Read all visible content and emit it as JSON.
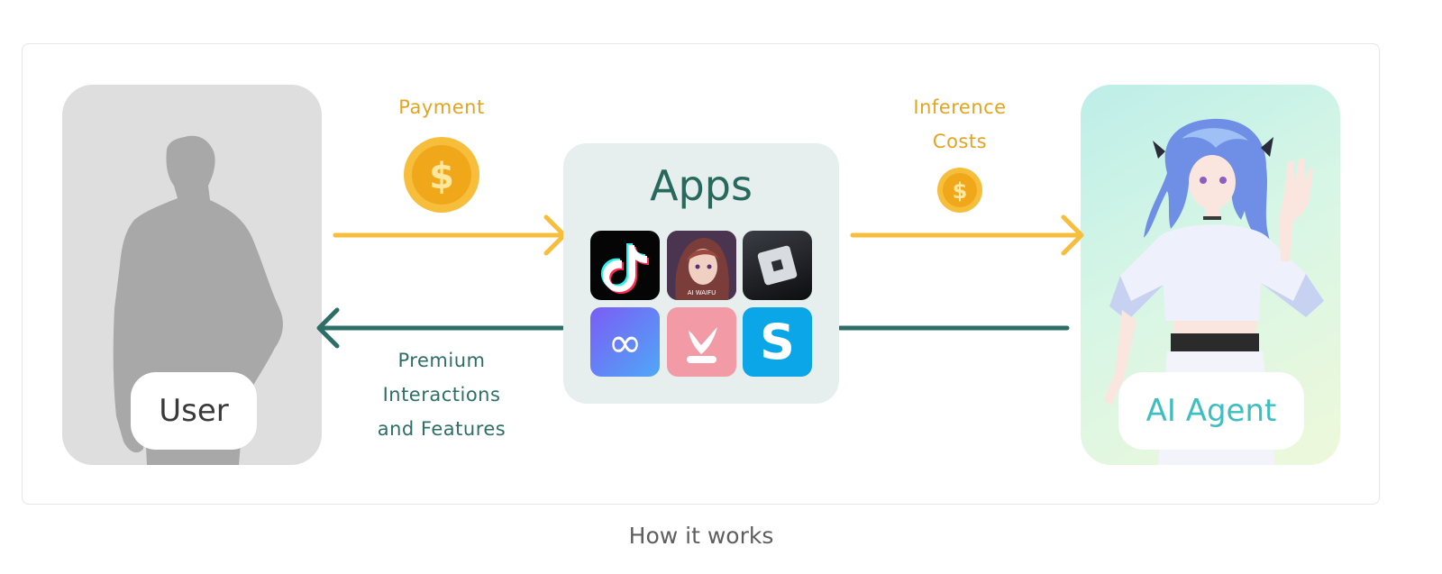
{
  "diagram": {
    "user_label": "User",
    "agent_label": "AI Agent",
    "apps_title": "Apps",
    "payment_label": "Payment",
    "inference_label": [
      "Inference",
      "Costs"
    ],
    "premium_label": [
      "Premium",
      "Interactions",
      "and Features"
    ],
    "coin_symbol": "$",
    "app_icons": [
      {
        "name": "tiktok-app-icon",
        "text": ""
      },
      {
        "name": "ai-waifu-app-icon",
        "text": "AI WAIFU"
      },
      {
        "name": "roblox-app-icon",
        "text": ""
      },
      {
        "name": "infinity-app-icon",
        "text": "∞"
      },
      {
        "name": "pink-app-icon",
        "text": ""
      },
      {
        "name": "sandbox-app-icon",
        "text": "S"
      }
    ]
  },
  "caption": "How it works",
  "colors": {
    "gold": "#f7be3c",
    "gold_text": "#e2a421",
    "teal": "#2d6f66",
    "apps_bg": "#e7efee",
    "user_panel": "#dedede"
  }
}
